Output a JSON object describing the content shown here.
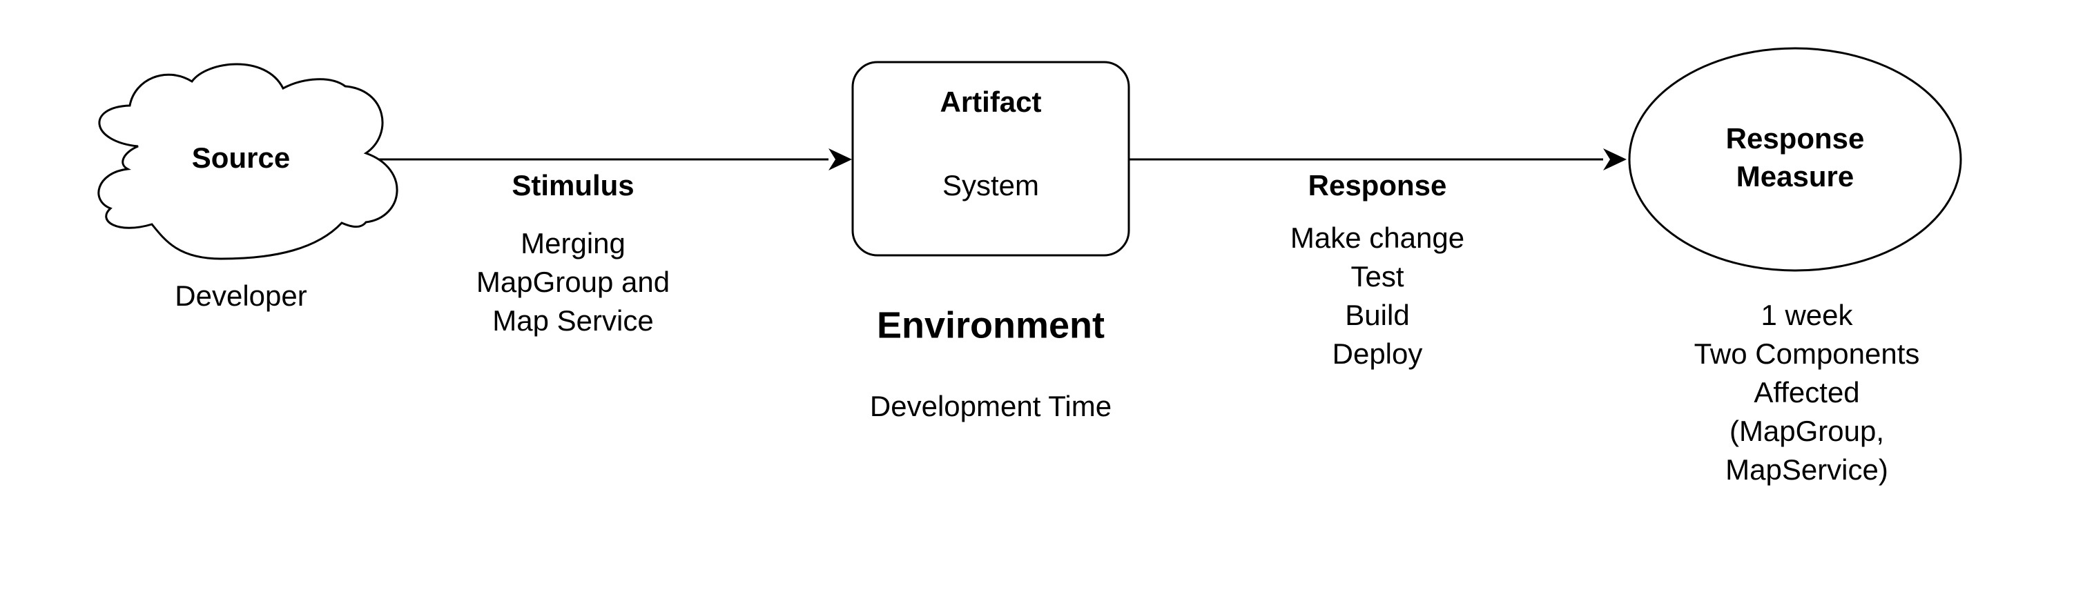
{
  "source": {
    "title": "Source",
    "value": "Developer"
  },
  "stimulus": {
    "title": "Stimulus",
    "lines": [
      "Merging",
      "MapGroup and",
      "Map Service"
    ]
  },
  "artifact": {
    "title": "Artifact",
    "value": "System"
  },
  "environment": {
    "title": "Environment",
    "value": "Development Time"
  },
  "response": {
    "title": "Response",
    "lines": [
      "Make change",
      "Test",
      "Build",
      "Deploy"
    ]
  },
  "response_measure": {
    "title_lines": [
      "Response",
      "Measure"
    ],
    "lines": [
      "1 week",
      "Two Components",
      "Affected",
      "(MapGroup,",
      "MapService)"
    ]
  },
  "colors": {
    "stroke": "#000000",
    "fill": "#ffffff",
    "text": "#000000"
  }
}
